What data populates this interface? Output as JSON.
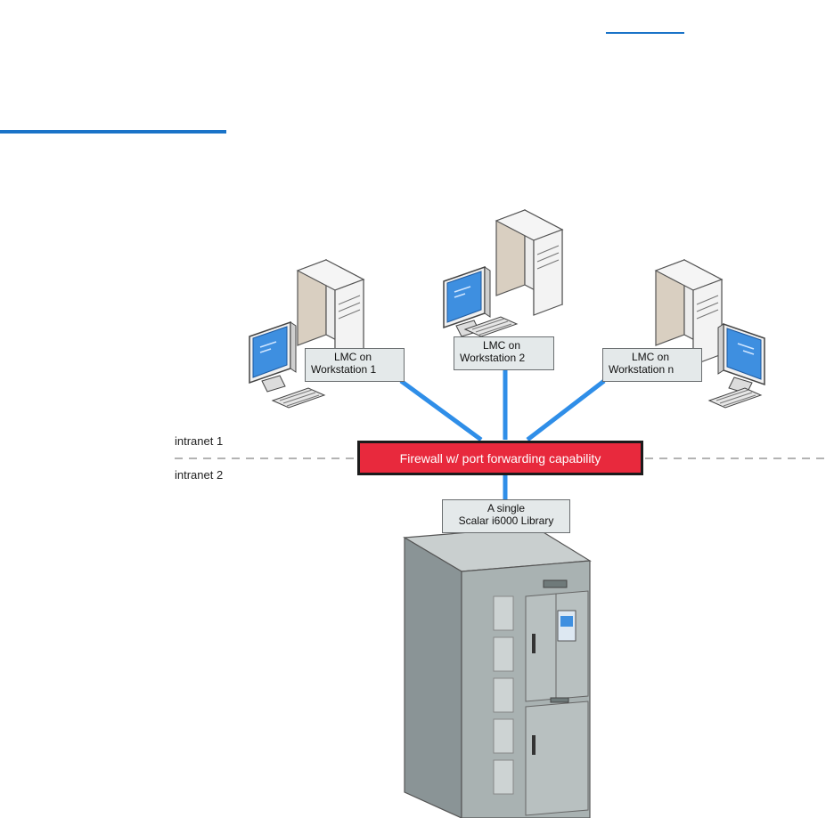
{
  "labels": {
    "ws1": [
      "LMC on",
      "Workstation 1"
    ],
    "ws2": [
      "LMC on",
      "Workstation 2"
    ],
    "wsn": [
      "LMC on",
      "Workstation n"
    ],
    "library": [
      "A single",
      "Scalar i6000 Library"
    ]
  },
  "network": {
    "intranet_top": "intranet 1",
    "intranet_bottom": "intranet 2",
    "firewall": "Firewall w/ port forwarding capability"
  },
  "colors": {
    "accent": "#1a73c8",
    "link": "#2f8ee8",
    "firewall": "#e8293d"
  }
}
